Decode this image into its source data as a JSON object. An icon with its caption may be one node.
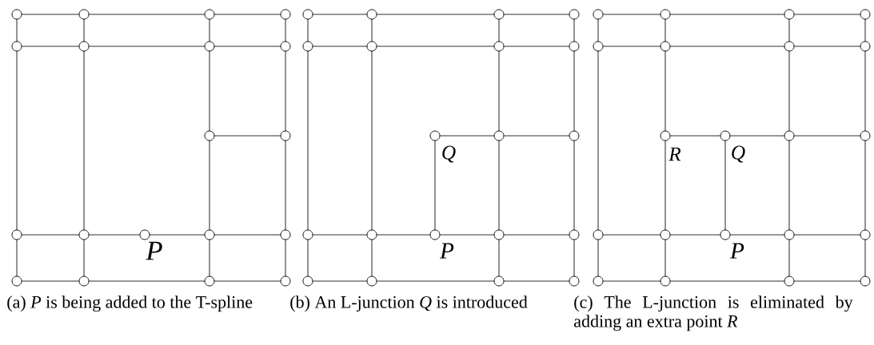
{
  "diagram": {
    "labels": [
      "P",
      "Q",
      "P",
      "R",
      "Q",
      "P",
      "(a) *P* is being added to the T-spline",
      "(b) An L-junction *Q* is introduced",
      "(c) The L-junction is eliminated by adding an extra point *R*"
    ]
  }
}
